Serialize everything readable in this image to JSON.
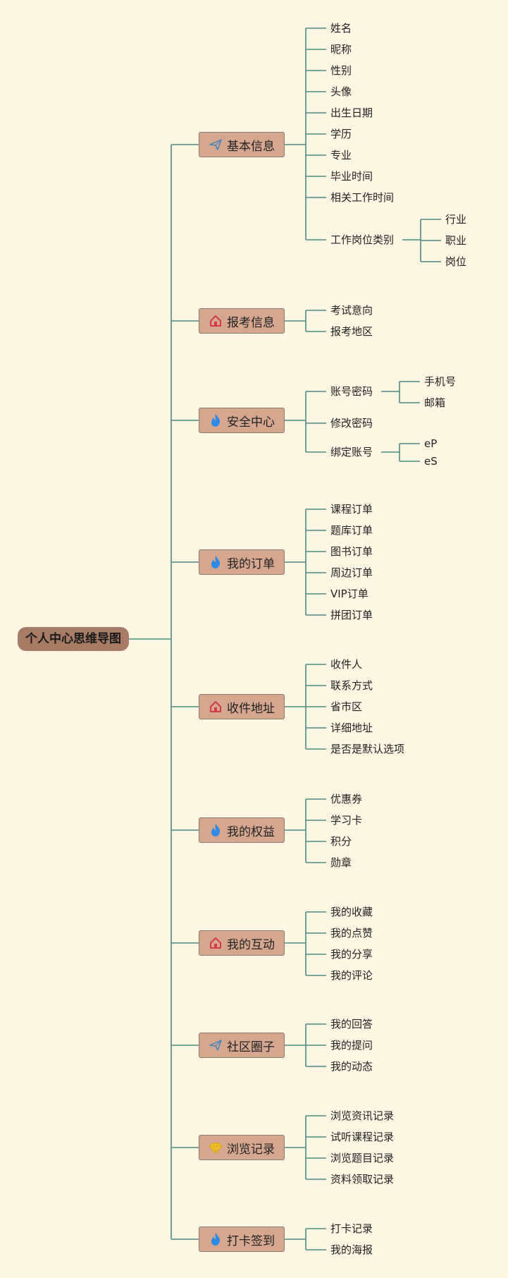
{
  "root": "个人中心思维导图",
  "categories": [
    {
      "label": "基本信息",
      "icon": "paper-plane-icon",
      "items": [
        "姓名",
        "昵称",
        "性别",
        "头像",
        "出生日期",
        "学历",
        "专业",
        "毕业时间",
        "相关工作时间",
        "工作岗位类别"
      ],
      "sub": {
        "工作岗位类别": [
          "行业",
          "职业",
          "岗位"
        ]
      }
    },
    {
      "label": "报考信息",
      "icon": "house-icon",
      "items": [
        "考试意向",
        "报考地区"
      ]
    },
    {
      "label": "安全中心",
      "icon": "flame-icon",
      "items": [
        "账号密码",
        "修改密码",
        "绑定账号"
      ],
      "sub": {
        "账号密码": [
          "手机号",
          "邮箱"
        ],
        "绑定账号": [
          "eP",
          "eS"
        ]
      }
    },
    {
      "label": "我的订单",
      "icon": "flame-icon",
      "items": [
        "课程订单",
        "题库订单",
        "图书订单",
        "周边订单",
        "VIP订单",
        "拼团订单"
      ]
    },
    {
      "label": "收件地址",
      "icon": "house-icon",
      "items": [
        "收件人",
        "联系方式",
        "省市区",
        "详细地址",
        "是否是默认选项"
      ]
    },
    {
      "label": "我的权益",
      "icon": "flame-icon",
      "items": [
        "优惠券",
        "学习卡",
        "积分",
        "勋章"
      ]
    },
    {
      "label": "我的互动",
      "icon": "house-icon",
      "items": [
        "我的收藏",
        "我的点赞",
        "我的分享",
        "我的评论"
      ]
    },
    {
      "label": "社区圈子",
      "icon": "paper-plane-icon",
      "items": [
        "我的回答",
        "我的提问",
        "我的动态"
      ]
    },
    {
      "label": "浏览记录",
      "icon": "diamond-icon",
      "items": [
        "浏览资讯记录",
        "试听课程记录",
        "浏览题目记录",
        "资料领取记录"
      ]
    },
    {
      "label": "打卡签到",
      "icon": "flame-icon",
      "items": [
        "打卡记录",
        "我的海报"
      ]
    }
  ],
  "colors": {
    "background": "#fdf6e3",
    "line": "#4f8a80",
    "root": "#a87b65",
    "category": "#d4a78e"
  }
}
